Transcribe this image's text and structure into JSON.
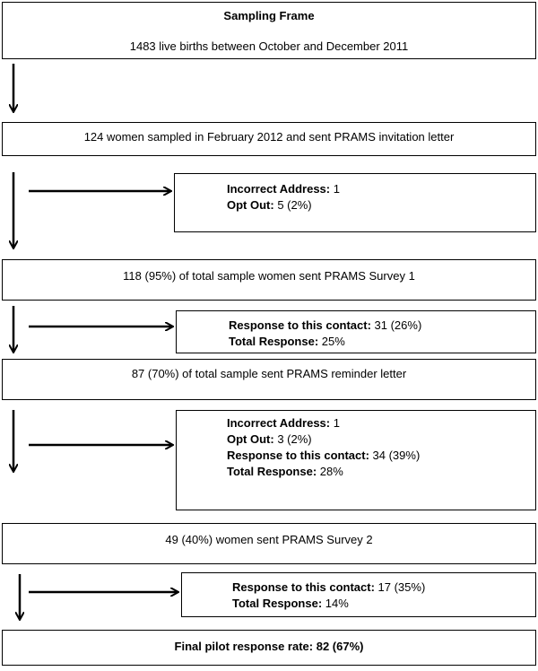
{
  "boxes": {
    "frame": {
      "title": "Sampling Frame",
      "text": "1483  live births between October and December 2011"
    },
    "sampled": {
      "text": "124 women sampled in February 2012 and sent PRAMS invitation letter"
    },
    "side1": {
      "l1_label": "Incorrect Address:",
      "l1_value": " 1",
      "l2_label": "Opt Out:",
      "l2_value": " 5 (2%)"
    },
    "survey1": {
      "text": "118 (95%) of total sample women sent PRAMS Survey 1"
    },
    "side2": {
      "l1_label": "Response to this contact:",
      "l1_value": " 31 (26%)",
      "l2_label": "Total Response:",
      "l2_value": " 25%"
    },
    "reminder": {
      "text": "87 (70%) of total sample sent PRAMS reminder letter"
    },
    "side3": {
      "l1_label": "Incorrect Address:",
      "l1_value": " 1",
      "l2_label": "Opt Out:",
      "l2_value": " 3 (2%)",
      "l3_label": "Response to this contact:",
      "l3_value": " 34 (39%)",
      "l4_label": "Total Response:",
      "l4_value": " 28%"
    },
    "survey2": {
      "text": "49 (40%) women sent PRAMS Survey 2"
    },
    "side4": {
      "l1_label": "Response to this contact:",
      "l1_value": " 17 (35%)",
      "l2_label": "Total Response:",
      "l2_value": " 14%"
    },
    "final": {
      "text": "Final pilot response rate: 82 (67%)"
    }
  }
}
